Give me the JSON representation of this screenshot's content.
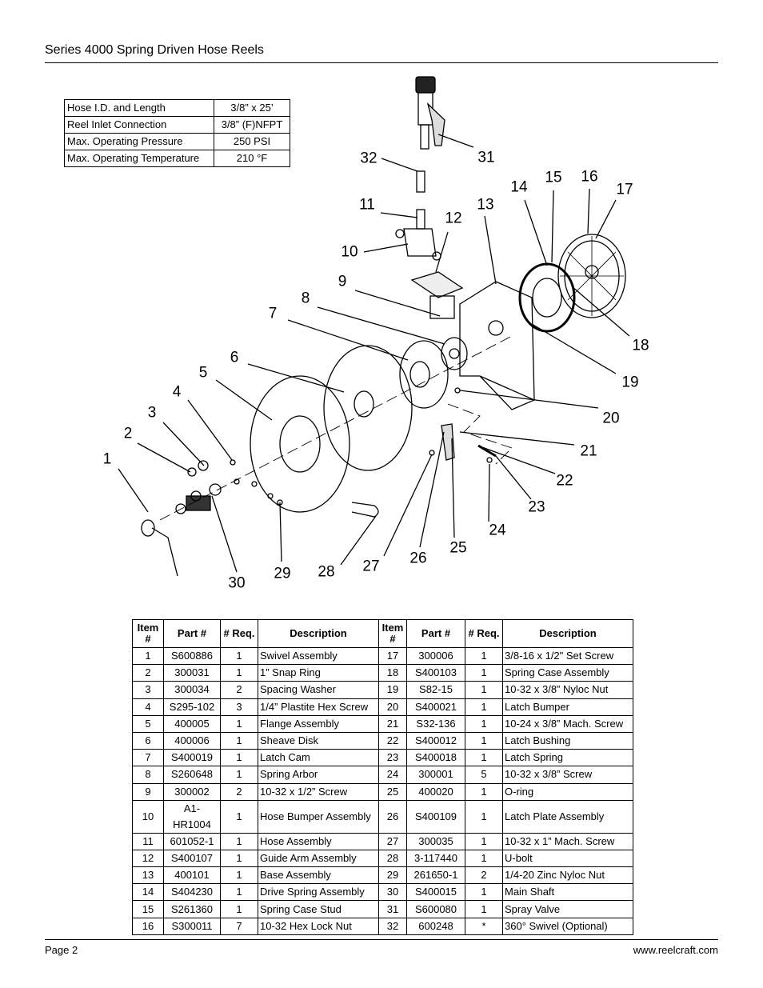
{
  "header": {
    "title": "Series 4000 Spring Driven Hose Reels"
  },
  "specs": [
    {
      "label": "Hose I.D. and Length",
      "value": "3/8” x 25’"
    },
    {
      "label": "Reel Inlet Connection",
      "value": "3/8” (F)NFPT"
    },
    {
      "label": "Max. Operating Pressure",
      "value": "250 PSI"
    },
    {
      "label": "Max. Operating Temperature",
      "value": "210 °F"
    }
  ],
  "diagram": {
    "callouts": [
      "1",
      "2",
      "3",
      "4",
      "5",
      "6",
      "7",
      "8",
      "9",
      "10",
      "11",
      "12",
      "13",
      "14",
      "15",
      "16",
      "17",
      "18",
      "19",
      "20",
      "21",
      "22",
      "23",
      "24",
      "25",
      "26",
      "27",
      "28",
      "29",
      "30",
      "31",
      "32"
    ]
  },
  "parts_table": {
    "headers": {
      "item": "Item #",
      "part": "Part #",
      "req": "# Req.",
      "desc": "Description"
    },
    "rows": [
      [
        "1",
        "S600886",
        "1",
        "Swivel Assembly",
        "17",
        "300006",
        "1",
        "3/8-16 x 1/2\" Set Screw"
      ],
      [
        "2",
        "300031",
        "1",
        "1” Snap Ring",
        "18",
        "S400103",
        "1",
        "Spring Case Assembly"
      ],
      [
        "3",
        "300034",
        "2",
        "Spacing Washer",
        "19",
        "S82-15",
        "1",
        "10-32 x 3/8” Nyloc Nut"
      ],
      [
        "4",
        "S295-102",
        "3",
        "1/4” Plastite Hex Screw",
        "20",
        "S400021",
        "1",
        "Latch Bumper"
      ],
      [
        "5",
        "400005",
        "1",
        "Flange Assembly",
        "21",
        "S32-136",
        "1",
        "10-24 x 3/8” Mach. Screw"
      ],
      [
        "6",
        "400006",
        "1",
        "Sheave Disk",
        "22",
        "S400012",
        "1",
        "Latch Bushing"
      ],
      [
        "7",
        "S400019",
        "1",
        "Latch Cam",
        "23",
        "S400018",
        "1",
        "Latch Spring"
      ],
      [
        "8",
        "S260648",
        "1",
        "Spring Arbor",
        "24",
        "300001",
        "5",
        "10-32 x 3/8” Screw"
      ],
      [
        "9",
        "300002",
        "2",
        "10-32 x 1/2” Screw",
        "25",
        "400020",
        "1",
        "O-ring"
      ],
      [
        "10",
        "A1-HR1004",
        "1",
        "Hose Bumper Assembly",
        "26",
        "S400109",
        "1",
        "Latch Plate Assembly"
      ],
      [
        "11",
        "601052-1",
        "1",
        "Hose Assembly",
        "27",
        "300035",
        "1",
        "10-32 x 1” Mach. Screw"
      ],
      [
        "12",
        "S400107",
        "1",
        "Guide Arm Assembly",
        "28",
        "3-117440",
        "1",
        "U-bolt"
      ],
      [
        "13",
        "400101",
        "1",
        "Base Assembly",
        "29",
        "261650-1",
        "2",
        "1/4-20 Zinc Nyloc Nut"
      ],
      [
        "14",
        "S404230",
        "1",
        "Drive Spring Assembly",
        "30",
        "S400015",
        "1",
        "Main Shaft"
      ],
      [
        "15",
        "S261360",
        "1",
        "Spring Case Stud",
        "31",
        "S600080",
        "1",
        "Spray Valve"
      ],
      [
        "16",
        "S300011",
        "7",
        "10-32 Hex Lock Nut",
        "32",
        "600248",
        "*",
        "360° Swivel (Optional)"
      ]
    ]
  },
  "footer": {
    "page": "Page 2",
    "url": "www.reelcraft.com"
  }
}
